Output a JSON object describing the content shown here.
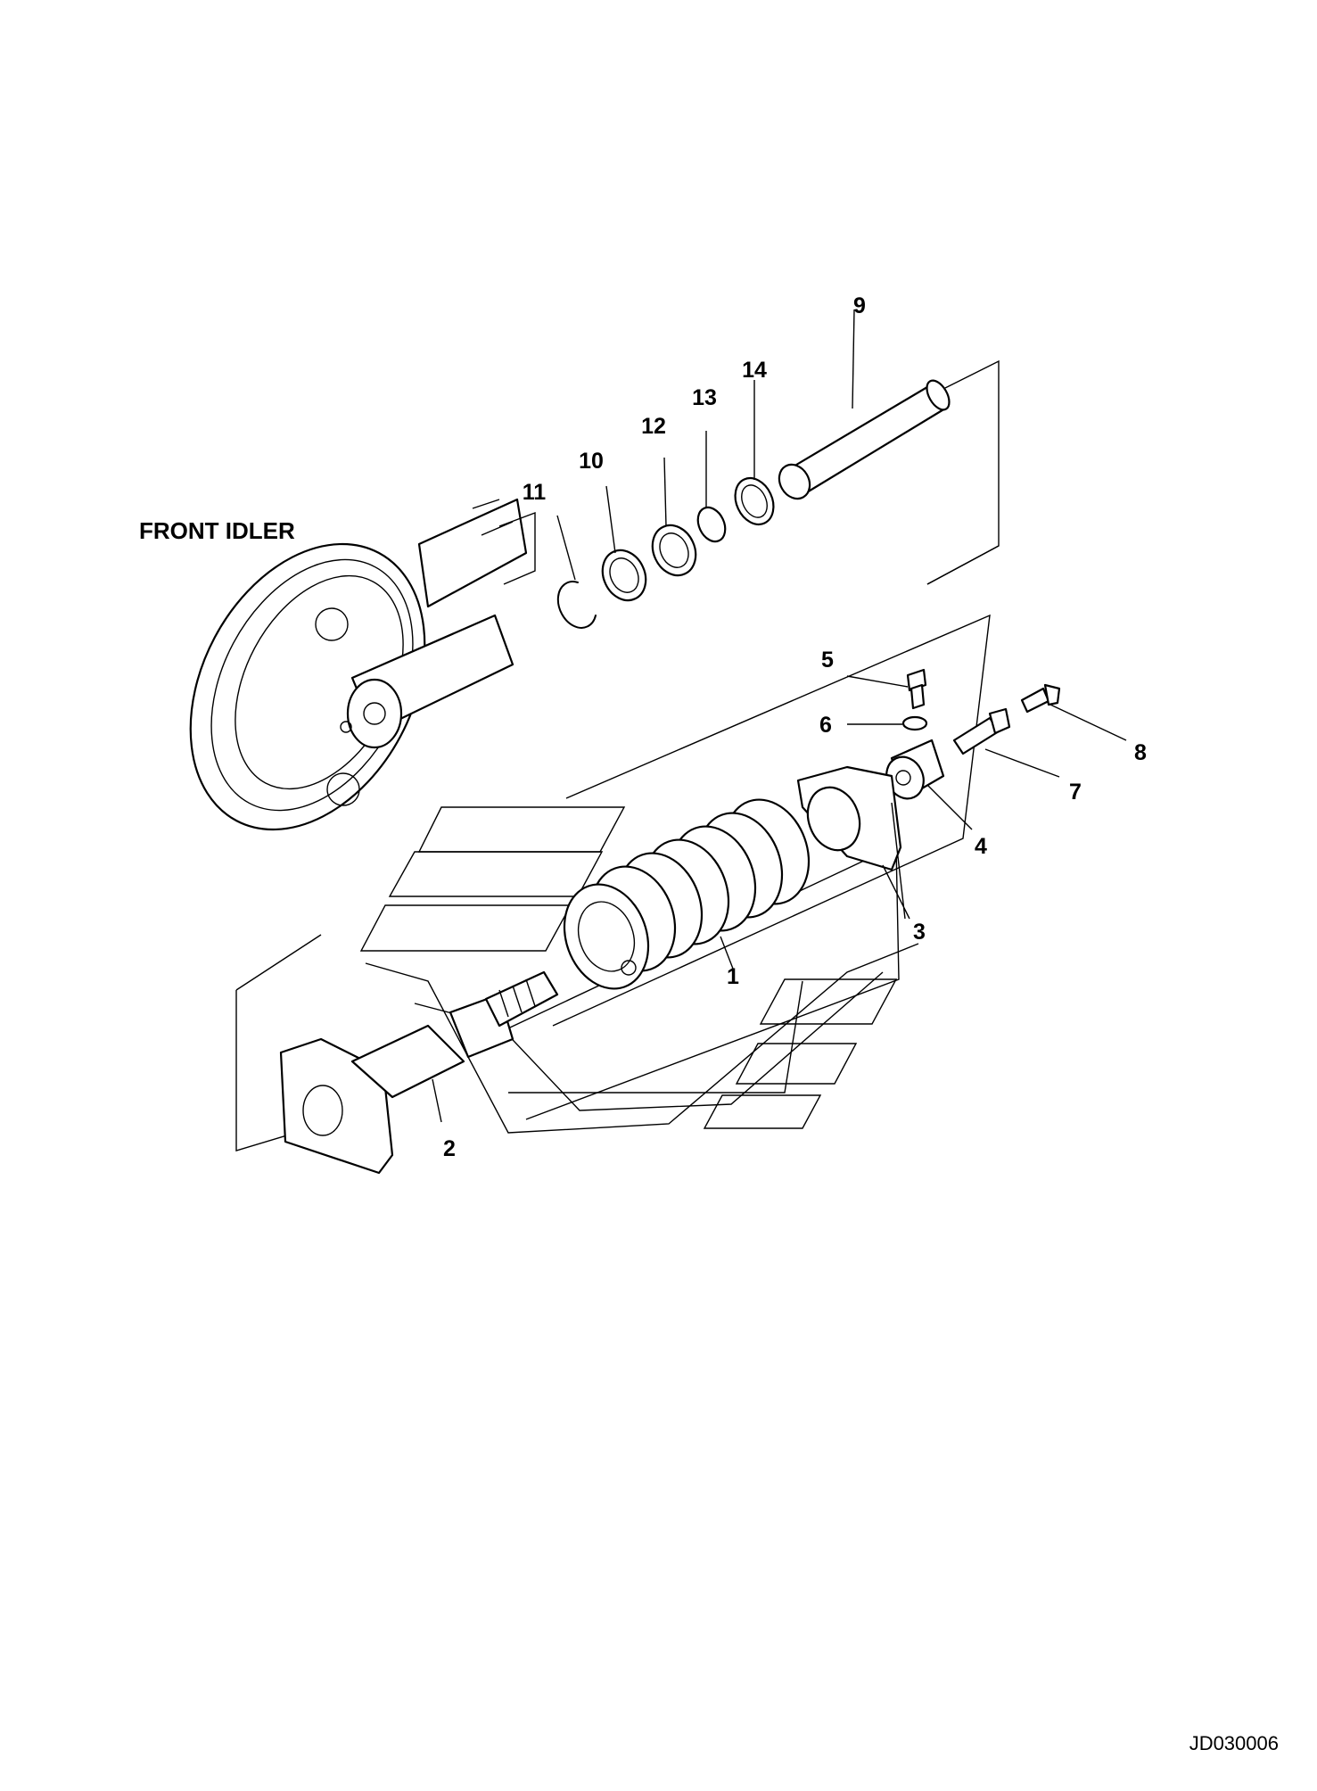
{
  "diagram": {
    "title": "FRONT IDLER",
    "drawing_code": "JD030006",
    "callouts": [
      "1",
      "2",
      "3",
      "4",
      "5",
      "6",
      "7",
      "8",
      "9",
      "10",
      "11",
      "12",
      "13",
      "14"
    ]
  }
}
